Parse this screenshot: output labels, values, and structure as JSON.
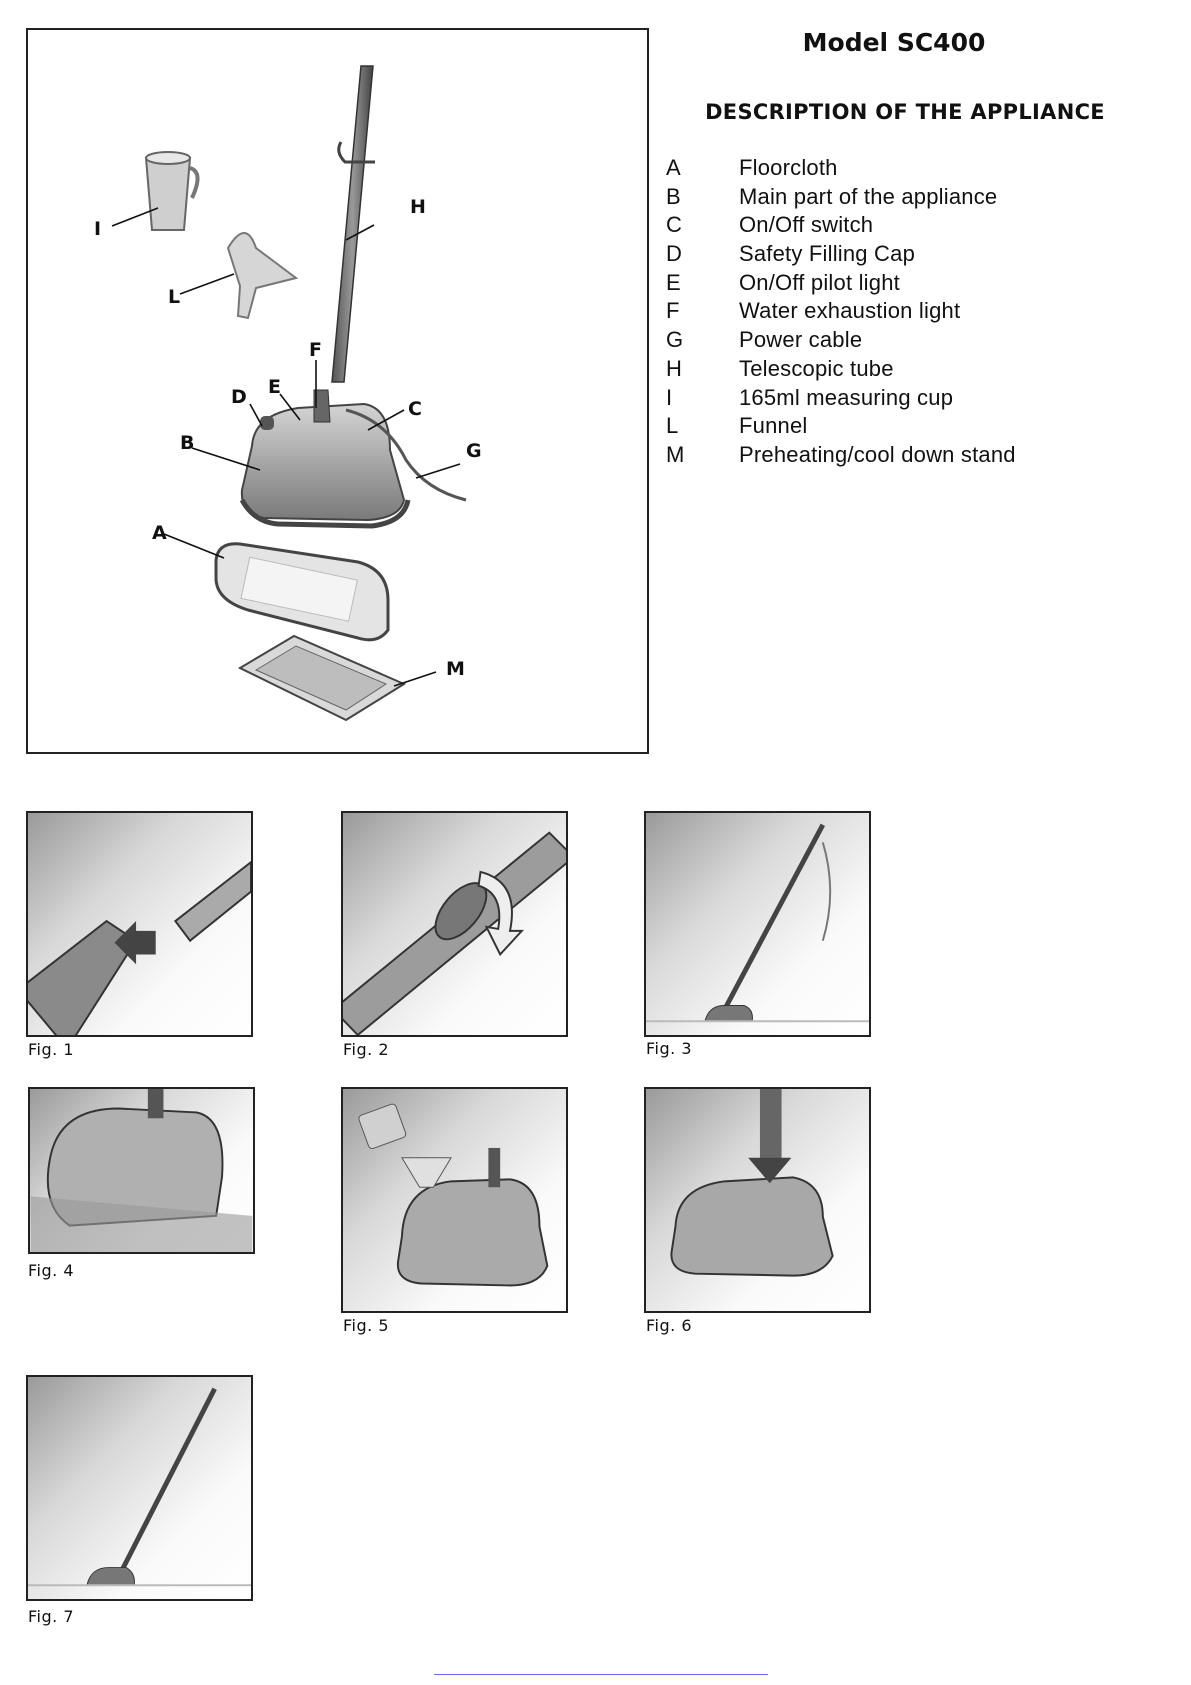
{
  "header": {
    "model_title": "Model SC400",
    "section_title": "DESCRIPTION OF THE APPLIANCE"
  },
  "diagram": {
    "callouts": {
      "I": "I",
      "L": "L",
      "H": "H",
      "F": "F",
      "D": "D",
      "E": "E",
      "C": "C",
      "B": "B",
      "G": "G",
      "A": "A",
      "M": "M"
    }
  },
  "parts": [
    {
      "key": "A",
      "desc": "Floorcloth"
    },
    {
      "key": "B",
      "desc": "Main part of the appliance"
    },
    {
      "key": "C",
      "desc": "On/Off switch"
    },
    {
      "key": "D",
      "desc": "Safety Filling Cap"
    },
    {
      "key": "E",
      "desc": "On/Off pilot light"
    },
    {
      "key": "F",
      "desc": "Water exhaustion light"
    },
    {
      "key": "G",
      "desc": "Power cable"
    },
    {
      "key": "H",
      "desc": "Telescopic tube"
    },
    {
      "key": "I",
      "desc": "165ml measuring cup"
    },
    {
      "key": "L",
      "desc": "Funnel"
    },
    {
      "key": "M",
      "desc": "Preheating/cool down stand"
    }
  ],
  "figures": [
    {
      "caption": "Fig. 1"
    },
    {
      "caption": "Fig. 2"
    },
    {
      "caption": "Fig. 3"
    },
    {
      "caption": "Fig. 4"
    },
    {
      "caption": "Fig. 5"
    },
    {
      "caption": "Fig. 6"
    },
    {
      "caption": "Fig. 7"
    }
  ]
}
